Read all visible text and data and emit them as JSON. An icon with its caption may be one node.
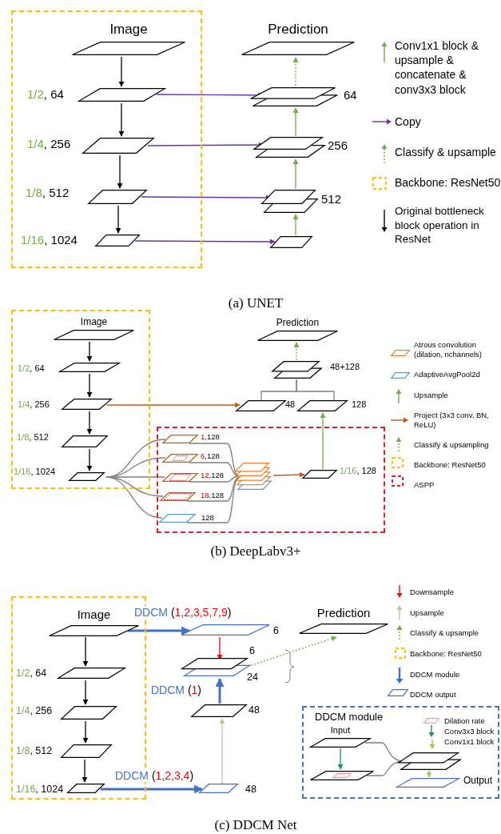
{
  "diagram": {
    "nodes": [
      {
        "text": [],
        "shape": "box"
      },
      {
        "text": [
          "Image"
        ],
        "in": 0
      },
      {
        "text": [],
        "shape": "parallelogram",
        "beside": [
          "1/2, 64"
        ],
        "in": 0
      },
      {
        "text": [],
        "shape": "parallelogram",
        "beside": [
          "1/4, 256"
        ],
        "in": 0
      },
      {
        "text": [],
        "shape": "parallelogram",
        "beside": [
          "1/8, 512"
        ],
        "in": 0
      },
      {
        "text": [],
        "shape": "parallelogram",
        "beside": [
          "1/16, 1024"
        ],
        "in": 0
      },
      {
        "text": [
          "Prediction"
        ]
      },
      {
        "text": [],
        "shape": "stack",
        "beside": [
          "64"
        ]
      },
      {
        "text": [],
        "shape": "stack",
        "beside": [
          "256"
        ]
      },
      {
        "text": [],
        "shape": "stack",
        "beside": [
          "512"
        ]
      },
      {
        "text": [],
        "shape": "parallelogram"
      },
      {
        "text": [],
        "shape": "box"
      },
      {
        "text": [
          "Image"
        ],
        "in": 11
      },
      {
        "text": [],
        "shape": "parallelogram",
        "beside": [
          "1/2, 64"
        ],
        "in": 11
      },
      {
        "text": [],
        "shape": "parallelogram",
        "beside": [
          "1/4, 256"
        ],
        "in": 11
      },
      {
        "text": [],
        "shape": "parallelogram",
        "beside": [
          "1/8, 512"
        ],
        "in": 11
      },
      {
        "text": [],
        "shape": "parallelogram",
        "beside": [
          "1/16, 1024"
        ],
        "in": 11
      },
      {
        "text": [
          "Prediction"
        ]
      },
      {
        "text": [],
        "shape": "stack",
        "beside": [
          "48+128"
        ]
      },
      {
        "text": [],
        "shape": "parallelogram",
        "beside": [
          "48"
        ]
      },
      {
        "text": [],
        "shape": "parallelogram",
        "beside": [
          "128"
        ]
      },
      {
        "text": [],
        "shape": "box"
      },
      {
        "text": [],
        "shape": "parallelogram",
        "beside": [
          "1,128"
        ],
        "in": 21
      },
      {
        "text": [],
        "shape": "parallelogram",
        "beside": [
          "6,128"
        ],
        "in": 21
      },
      {
        "text": [],
        "shape": "parallelogram",
        "beside": [
          "12,128"
        ],
        "in": 21
      },
      {
        "text": [],
        "shape": "parallelogram",
        "beside": [
          "18,128"
        ],
        "in": 21
      },
      {
        "text": [],
        "shape": "parallelogram",
        "beside": [
          "128"
        ],
        "in": 21
      },
      {
        "text": [],
        "shape": "stack",
        "in": 21
      },
      {
        "text": [],
        "shape": "parallelogram",
        "beside": [
          "1/16, 128"
        ],
        "in": 21
      },
      {
        "text": [],
        "shape": "box"
      },
      {
        "text": [
          "Image"
        ],
        "in": 29
      },
      {
        "text": [],
        "shape": "parallelogram",
        "beside": [
          "1/2, 64"
        ],
        "in": 29
      },
      {
        "text": [],
        "shape": "parallelogram",
        "beside": [
          "1/4, 256"
        ],
        "in": 29
      },
      {
        "text": [],
        "shape": "parallelogram",
        "beside": [
          "1/8, 512"
        ],
        "in": 29
      },
      {
        "text": [],
        "shape": "parallelogram",
        "beside": [
          "1/16, 1024"
        ],
        "in": 29
      },
      {
        "text": [],
        "shape": "parallelogram",
        "beside": [
          "6"
        ]
      },
      {
        "text": [],
        "shape": "stack",
        "beside": [
          "6",
          "24"
        ]
      },
      {
        "text": [],
        "shape": "parallelogram",
        "beside": [
          "48"
        ]
      },
      {
        "text": [],
        "shape": "parallelogram",
        "beside": [
          "48"
        ]
      },
      {
        "text": [
          "Prediction"
        ]
      },
      {
        "text": [
          "DDCM module"
        ]
      },
      {
        "text": [
          "Input"
        ],
        "in": 40
      },
      {
        "text": [],
        "shape": "parallelogram",
        "in": 40
      },
      {
        "text": [],
        "shape": "stack",
        "in": 40
      },
      {
        "text": [],
        "shape": "parallelogram",
        "beside": [
          "Output"
        ],
        "in": 40
      }
    ],
    "edges": [
      {
        "from": 1,
        "to": 2,
        "arrow": "to",
        "color": "#000000"
      },
      {
        "from": 2,
        "to": 3,
        "arrow": "to",
        "color": "#000000"
      },
      {
        "from": 3,
        "to": 4,
        "arrow": "to",
        "color": "#000000"
      },
      {
        "from": 4,
        "to": 5,
        "arrow": "to",
        "color": "#000000"
      },
      {
        "from": 2,
        "to": 7,
        "arrow": "to",
        "color": "#7030a0"
      },
      {
        "from": 3,
        "to": 8,
        "arrow": "to",
        "color": "#7030a0"
      },
      {
        "from": 4,
        "to": 9,
        "arrow": "to",
        "color": "#7030a0"
      },
      {
        "from": 5,
        "to": 10,
        "arrow": "to",
        "color": "#7030a0"
      },
      {
        "from": 10,
        "to": 9,
        "arrow": "to",
        "color": "#70ad47"
      },
      {
        "from": 9,
        "to": 8,
        "arrow": "to",
        "color": "#70ad47"
      },
      {
        "from": 8,
        "to": 7,
        "arrow": "to",
        "color": "#70ad47"
      },
      {
        "from": 7,
        "to": 6,
        "arrow": "to",
        "style": "dashed",
        "color": "#70ad47"
      },
      {
        "from": 12,
        "to": 13,
        "arrow": "to",
        "color": "#000000"
      },
      {
        "from": 13,
        "to": 14,
        "arrow": "to",
        "color": "#000000"
      },
      {
        "from": 14,
        "to": 15,
        "arrow": "to",
        "color": "#000000"
      },
      {
        "from": 15,
        "to": 16,
        "arrow": "to",
        "color": "#000000"
      },
      {
        "from": 14,
        "to": 19,
        "arrow": "to",
        "color": "#c55a11"
      },
      {
        "from": 16,
        "to": 22,
        "arrow": "none",
        "color": "#7f7f7f"
      },
      {
        "from": 16,
        "to": 23,
        "arrow": "none",
        "color": "#7f7f7f"
      },
      {
        "from": 16,
        "to": 24,
        "arrow": "none",
        "color": "#7f7f7f"
      },
      {
        "from": 16,
        "to": 25,
        "arrow": "none",
        "color": "#7f7f7f"
      },
      {
        "from": 16,
        "to": 26,
        "arrow": "none",
        "color": "#7f7f7f"
      },
      {
        "from": 22,
        "to": 27,
        "arrow": "none",
        "color": "#7f7f7f"
      },
      {
        "from": 23,
        "to": 27,
        "arrow": "none",
        "color": "#7f7f7f"
      },
      {
        "from": 24,
        "to": 27,
        "arrow": "none",
        "color": "#7f7f7f"
      },
      {
        "from": 25,
        "to": 27,
        "arrow": "none",
        "color": "#7f7f7f"
      },
      {
        "from": 26,
        "to": 27,
        "arrow": "none",
        "color": "#7f7f7f"
      },
      {
        "from": 27,
        "to": 28,
        "arrow": "to",
        "color": "#c55a11"
      },
      {
        "from": 28,
        "to": 20,
        "arrow": "to",
        "color": "#70ad47"
      },
      {
        "from": 19,
        "to": 18,
        "arrow": "none",
        "color": "#7f7f7f"
      },
      {
        "from": 20,
        "to": 18,
        "arrow": "none",
        "color": "#7f7f7f"
      },
      {
        "from": 18,
        "to": 17,
        "arrow": "to",
        "style": "dashed",
        "color": "#70ad47"
      },
      {
        "from": 30,
        "to": 31,
        "arrow": "to",
        "color": "#000000"
      },
      {
        "from": 31,
        "to": 32,
        "arrow": "to",
        "color": "#000000"
      },
      {
        "from": 32,
        "to": 33,
        "arrow": "to",
        "color": "#000000"
      },
      {
        "from": 33,
        "to": 34,
        "arrow": "to",
        "color": "#000000"
      },
      {
        "from": 30,
        "to": 35,
        "arrow": "to",
        "label": "DDCM (1,2,3,5,7,9)",
        "style": "thick",
        "color": "#4472c4"
      },
      {
        "from": 35,
        "to": 36,
        "arrow": "to",
        "color": "#ff0000"
      },
      {
        "from": 34,
        "to": 38,
        "arrow": "to",
        "label": "DDCM (1,2,3,4)",
        "style": "thick",
        "color": "#4472c4"
      },
      {
        "from": 38,
        "to": 37,
        "arrow": "to",
        "color": "#a9d18e"
      },
      {
        "from": 37,
        "to": 36,
        "arrow": "to",
        "label": "DDCM (1)",
        "style": "thick",
        "color": "#4472c4"
      },
      {
        "from": 36,
        "to": 39,
        "arrow": "to",
        "style": "dashed",
        "color": "#70ad47"
      },
      {
        "from": 41,
        "to": 42,
        "arrow": "to",
        "color": "#1e8c6e"
      },
      {
        "from": 41,
        "to": 43,
        "arrow": "none",
        "color": "#7f7f7f"
      },
      {
        "from": 42,
        "to": 43,
        "arrow": "none",
        "color": "#7f7f7f"
      },
      {
        "from": 43,
        "to": 44,
        "arrow": "to",
        "color": "#92d050"
      }
    ],
    "labels": [
      "(a) UNET",
      "(b) DeepLabv3+",
      "(c) DDCM Net"
    ],
    "legend": [
      {
        "text": "Conv1x1 block & upsample & concatenate & conv3x3 block"
      },
      {
        "text": "Copy"
      },
      {
        "text": "Classify & upsample"
      },
      {
        "text": "Backbone: ResNet50"
      },
      {
        "text": "Original bottleneck block operation in ResNet"
      },
      {
        "text": "Atrous convolution (dilation, nchannels)"
      },
      {
        "text": "AdaptiveAvgPool2d"
      },
      {
        "text": "Upsample"
      },
      {
        "text": "Project (3x3 conv, BN, ReLU)"
      },
      {
        "text": "Classify & upsampling"
      },
      {
        "text": "Backbone: ResNet50"
      },
      {
        "text": "ASPP"
      },
      {
        "text": "Downsample"
      },
      {
        "text": "Upsample"
      },
      {
        "text": "Classify & upsample"
      },
      {
        "text": "Backbone: ResNet50"
      },
      {
        "text": "DDCM module"
      },
      {
        "text": "DDCM output"
      },
      {
        "text": "Dilation rate"
      },
      {
        "text": "Conv3x3 block"
      },
      {
        "text": "Conv1x1 block"
      }
    ]
  }
}
